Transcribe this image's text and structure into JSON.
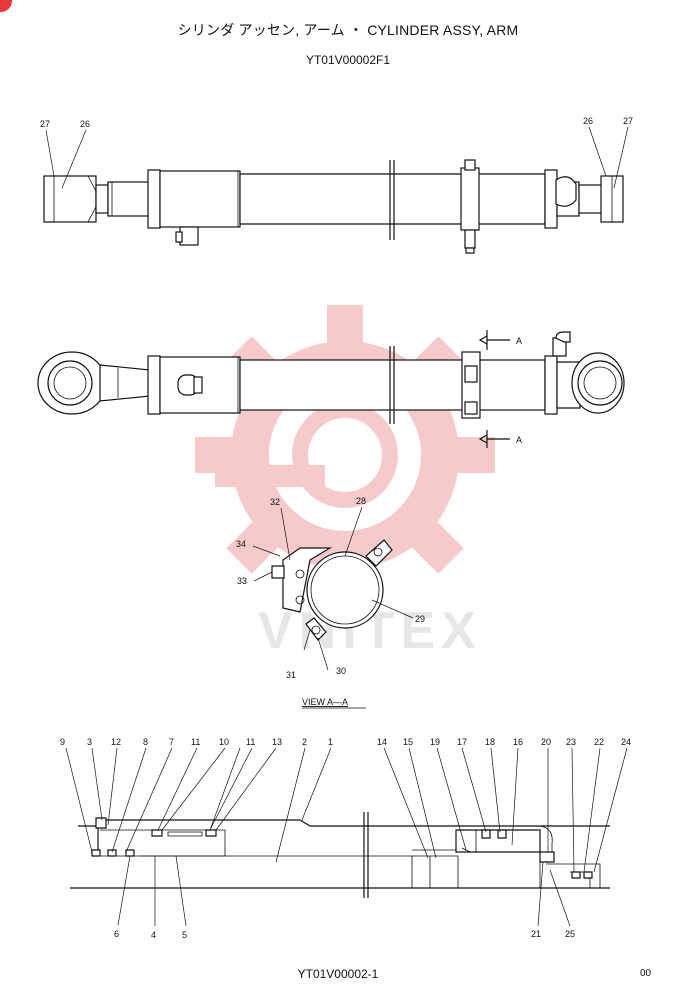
{
  "header": {
    "title": "シリンダ アッセン, アーム ・ CYLINDER ASSY, ARM",
    "part_number": "YT01V00002F1"
  },
  "footer": {
    "drawing_code": "YT01V00002-1",
    "page": "00"
  },
  "views": {
    "top_callouts": [
      "27",
      "26",
      "26",
      "27"
    ],
    "section_marker": "A",
    "section_view_label": "VIEW A—A",
    "clamp_callouts": [
      "32",
      "28",
      "34",
      "33",
      "29",
      "31",
      "30"
    ],
    "section_callouts_top": [
      "9",
      "3",
      "12",
      "8",
      "7",
      "11",
      "10",
      "11",
      "13",
      "2",
      "1",
      "14",
      "15",
      "19",
      "17",
      "18",
      "16",
      "20",
      "23",
      "22",
      "24"
    ],
    "section_callouts_bottom": [
      "6",
      "4",
      "5",
      "21",
      "25"
    ]
  },
  "watermark": {
    "text": "VNITEX",
    "color": "#f2b8b8"
  }
}
